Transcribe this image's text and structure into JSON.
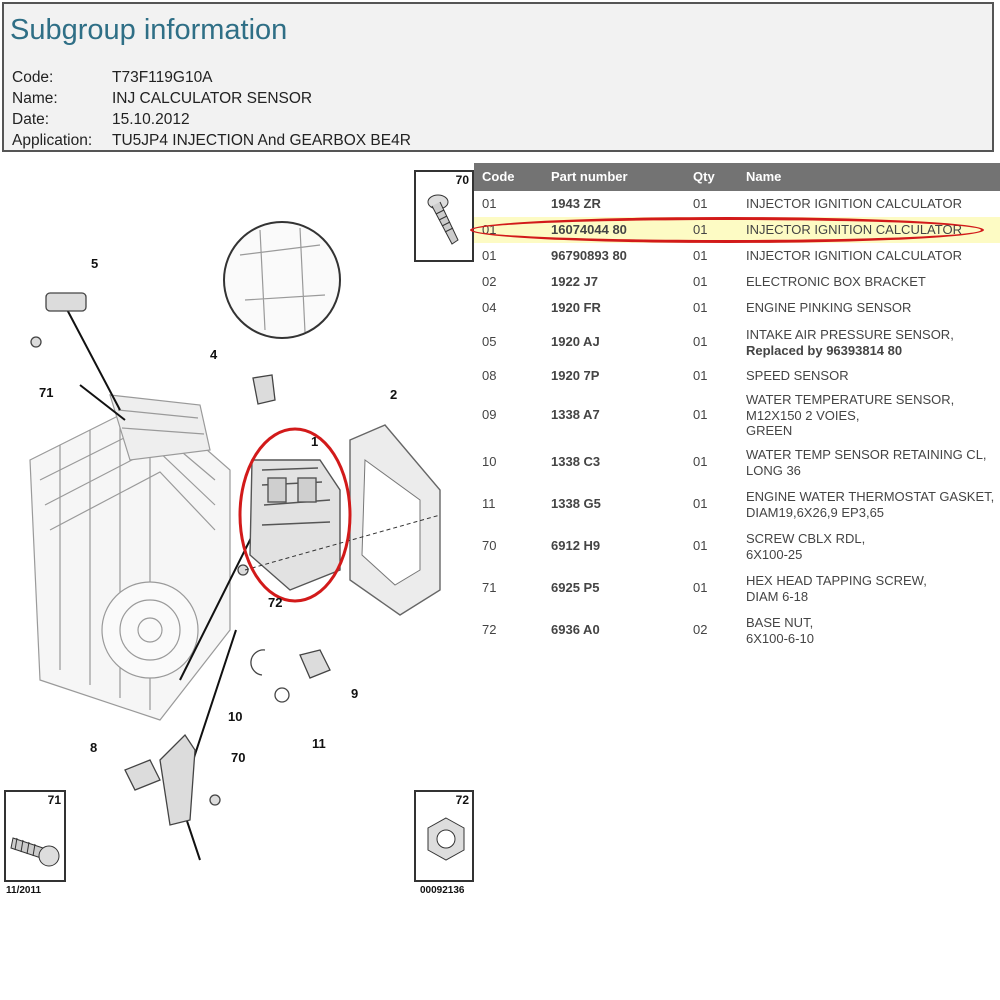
{
  "info": {
    "title": "Subgroup information",
    "rows": [
      {
        "label": "Code:",
        "value": "T73F119G10A"
      },
      {
        "label": "Name:",
        "value": "INJ CALCULATOR SENSOR"
      },
      {
        "label": "Date:",
        "value": "15.10.2012"
      },
      {
        "label": "Application:",
        "value": "TU5JP4 INJECTION And GEARBOX BE4R"
      }
    ]
  },
  "table": {
    "headers": {
      "code": "Code",
      "part": "Part number",
      "qty": "Qty",
      "name": "Name"
    },
    "rows": [
      {
        "code": "01",
        "part": "1943 ZR",
        "qty": "01",
        "name": [
          "INJECTOR IGNITION CALCULATOR"
        ],
        "highlighted": false
      },
      {
        "code": "01",
        "part": "16074044 80",
        "qty": "01",
        "name": [
          "INJECTOR IGNITION CALCULATOR"
        ],
        "highlighted": true
      },
      {
        "code": "01",
        "part": "96790893 80",
        "qty": "01",
        "name": [
          "INJECTOR IGNITION CALCULATOR"
        ],
        "highlighted": false
      },
      {
        "code": "02",
        "part": "1922 J7",
        "qty": "01",
        "name": [
          "ELECTRONIC BOX BRACKET"
        ],
        "highlighted": false
      },
      {
        "code": "04",
        "part": "1920 FR",
        "qty": "01",
        "name": [
          "ENGINE PINKING SENSOR"
        ],
        "highlighted": false
      },
      {
        "code": "05",
        "part": "1920 AJ",
        "qty": "01",
        "name": [
          "INTAKE AIR PRESSURE SENSOR,"
        ],
        "replaced": "Replaced by 96393814 80",
        "highlighted": false
      },
      {
        "code": "08",
        "part": "1920 7P",
        "qty": "01",
        "name": [
          "SPEED SENSOR"
        ],
        "highlighted": false
      },
      {
        "code": "09",
        "part": "1338 A7",
        "qty": "01",
        "name": [
          "WATER TEMPERATURE SENSOR,",
          "M12X150 2 VOIES,",
          "GREEN"
        ],
        "highlighted": false
      },
      {
        "code": "10",
        "part": "1338 C3",
        "qty": "01",
        "name": [
          "WATER TEMP SENSOR RETAINING CL,",
          "LONG 36"
        ],
        "highlighted": false
      },
      {
        "code": "11",
        "part": "1338 G5",
        "qty": "01",
        "name": [
          "ENGINE WATER THERMOSTAT GASKET,",
          "DIAM19,6X26,9 EP3,65"
        ],
        "highlighted": false
      },
      {
        "code": "70",
        "part": "6912 H9",
        "qty": "01",
        "name": [
          "SCREW CBLX RDL,",
          "6X100-25"
        ],
        "highlighted": false
      },
      {
        "code": "71",
        "part": "6925 P5",
        "qty": "01",
        "name": [
          "HEX HEAD TAPPING SCREW,",
          "DIAM 6-18"
        ],
        "highlighted": false
      },
      {
        "code": "72",
        "part": "6936 A0",
        "qty": "02",
        "name": [
          "BASE NUT,",
          "6X100-6-10"
        ],
        "highlighted": false
      }
    ]
  },
  "diagram": {
    "callouts": [
      "5",
      "71",
      "4",
      "2",
      "1",
      "72",
      "9",
      "10",
      "11",
      "8",
      "70"
    ],
    "thumbs": [
      {
        "num": "70",
        "icon": "screw-icon"
      },
      {
        "num": "71",
        "icon": "tapping-screw-icon",
        "caption": "11/2011"
      },
      {
        "num": "72",
        "icon": "hex-nut-icon",
        "caption": "00092136"
      }
    ]
  },
  "colors": {
    "title": "#2f6f86",
    "table_header": "#737373",
    "highlight": "#fdfbc4",
    "annotation": "#d21a1a"
  }
}
